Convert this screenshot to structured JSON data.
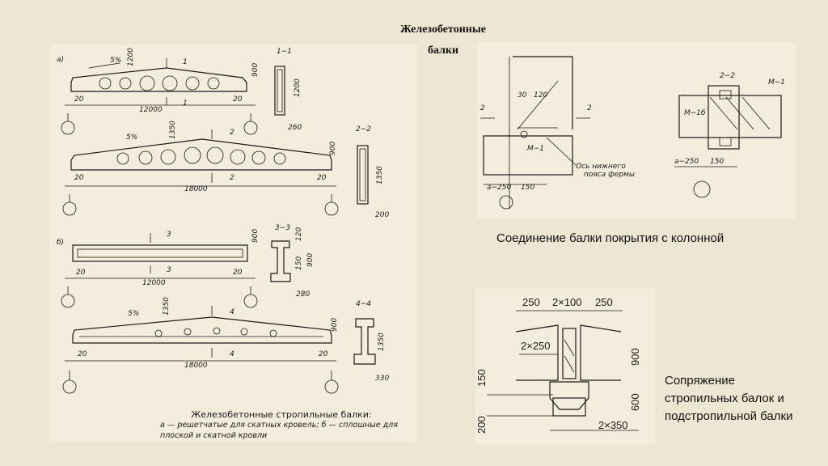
{
  "title": {
    "line1": "Железобетонные",
    "line2": "балки"
  },
  "captions": {
    "connection": "Соединение балки покрытия  с колонной",
    "junction_line1": "Сопряжение",
    "junction_line2": "стропильных балок и",
    "junction_line3": "подстропильной балки"
  },
  "figure_caption": {
    "title": "Железобетонные стропильные балки:",
    "desc": "а — решетчатые для скатных кровель; б — сплошные для плоской и скатной кровли"
  },
  "drawing_labels": {
    "a": "а)",
    "b": "б)",
    "slope": "5%",
    "d1200": "1200",
    "d900": "900",
    "d1350": "1350",
    "d120": "120",
    "d150": "150",
    "d12000": "12000",
    "d18000": "18000",
    "d20": "20",
    "d200": "200",
    "d260": "260",
    "d280": "280",
    "d330": "330",
    "s11": "1−1",
    "s22": "2−2",
    "s33": "3−3",
    "s44": "4−4",
    "n1": "1",
    "n2": "2",
    "n3": "3",
    "n4": "4",
    "c30": "30",
    "c120": "120",
    "c250": "a−250",
    "c150": "150",
    "m1": "М−1",
    "m1b": "М−1б",
    "axis": "Ось нижнего",
    "axis2": "пояса фермы",
    "j250": "250",
    "j2x100": "2×100",
    "j2x250": "2×250",
    "j2x350": "2×350",
    "j900": "900",
    "j600": "600",
    "j150": "150",
    "j200": "200"
  }
}
